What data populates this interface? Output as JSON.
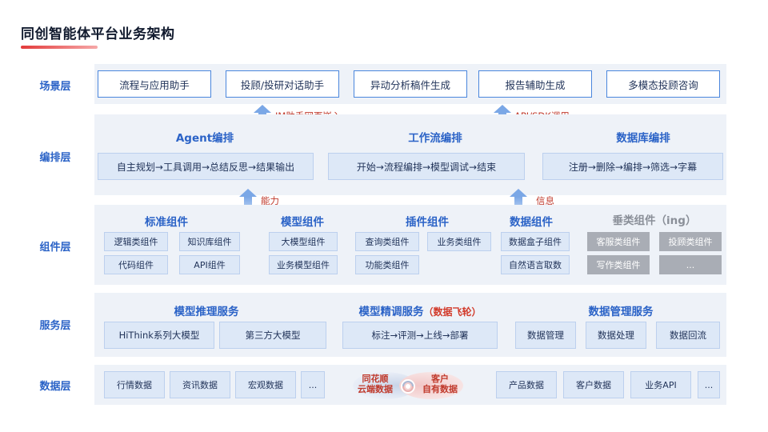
{
  "title": "同创智能体平台业务架构",
  "rows": {
    "scene": "场景层",
    "orchestrate": "编排层",
    "component": "组件层",
    "service": "服务层",
    "data": "数据层"
  },
  "scene_items": [
    "流程与应用助手",
    "投顾/投研对话助手",
    "异动分析稿件生成",
    "报告辅助生成",
    "多模态投顾咨询"
  ],
  "arrows": {
    "im_embed": "IM助手网页嵌入",
    "api_sdk": "API/SDK调用",
    "capability": "能力",
    "info": "信息"
  },
  "orchestrate": {
    "agent": {
      "heading": "Agent编排",
      "flow": "自主规划→工具调用→总结反思→结果输出"
    },
    "workflow": {
      "heading": "工作流编排",
      "flow": "开始→流程编排→模型调试→结束"
    },
    "database": {
      "heading": "数据库编排",
      "flow": "注册→删除→编排→筛选→字幕"
    }
  },
  "components": {
    "standard": {
      "heading": "标准组件",
      "items": [
        "逻辑类组件",
        "知识库组件",
        "代码组件",
        "API组件"
      ]
    },
    "model": {
      "heading": "模型组件",
      "items": [
        "大模型组件",
        "业务模型组件"
      ]
    },
    "plugin": {
      "heading": "插件组件",
      "items": [
        "查询类组件",
        "业务类组件",
        "功能类组件"
      ]
    },
    "data": {
      "heading": "数据组件",
      "items": [
        "数据盒子组件",
        "自然语言取数"
      ]
    },
    "vertical": {
      "heading": "垂类组件（ing）",
      "items": [
        "客服类组件",
        "投顾类组件",
        "写作类组件",
        "..."
      ]
    }
  },
  "services": {
    "inference": {
      "heading": "模型推理服务",
      "items": [
        "HiThink系列大模型",
        "第三方大模型"
      ]
    },
    "finetune": {
      "heading": "模型精调服务",
      "accent": "（数据飞轮）",
      "flow": "标注→评测→上线→部署"
    },
    "datamgmt": {
      "heading": "数据管理服务",
      "items": [
        "数据管理",
        "数据处理",
        "数据回流"
      ]
    }
  },
  "data_layer": {
    "left": [
      "行情数据",
      "资讯数据",
      "宏观数据",
      "..."
    ],
    "center_left": "同花顺\n云端数据",
    "center_right": "客户\n自有数据",
    "right": [
      "产品数据",
      "客户数据",
      "业务API",
      "..."
    ]
  },
  "colors": {
    "accent_blue": "#2b63c7",
    "accent_red": "#c0392b",
    "band_bg": "#eef2f8",
    "chip_bg": "#dde8f7"
  }
}
